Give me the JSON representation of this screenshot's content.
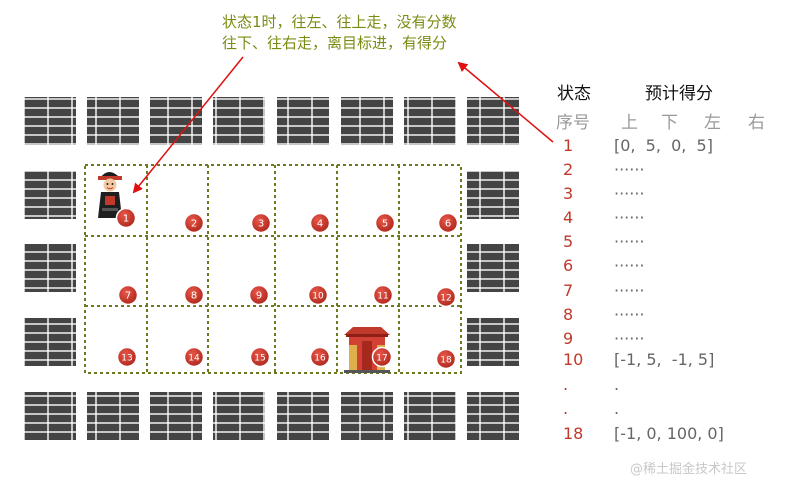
{
  "note": {
    "line1": "状态1时，往左、往上走，没有分数",
    "line2": "往下、往右走，离目标进，有得分"
  },
  "table": {
    "header_state": "状态",
    "header_score": "预计得分",
    "col_index": "序号",
    "col_up": "上",
    "col_down": "下",
    "col_left": "左",
    "col_right": "右",
    "rows": [
      {
        "index": "1",
        "value": "[0,  5,  0,  5]"
      },
      {
        "index": "2",
        "value": "······"
      },
      {
        "index": "3",
        "value": "······"
      },
      {
        "index": "4",
        "value": "······"
      },
      {
        "index": "5",
        "value": "······"
      },
      {
        "index": "6",
        "value": "······"
      },
      {
        "index": "7",
        "value": "······"
      },
      {
        "index": "8",
        "value": "······"
      },
      {
        "index": "9",
        "value": "······"
      },
      {
        "index": "10",
        "value": "[-1, 5,  -1, 5]"
      },
      {
        "index": ".",
        "value": "."
      },
      {
        "index": ".",
        "value": "."
      },
      {
        "index": "18",
        "value": "[-1, 0, 100, 0]"
      }
    ]
  },
  "grid": {
    "cells": [
      "1",
      "2",
      "3",
      "4",
      "5",
      "6",
      "7",
      "8",
      "9",
      "10",
      "11",
      "12",
      "13",
      "14",
      "15",
      "16",
      "17",
      "18"
    ]
  },
  "watermark": "@稀土掘金技术社区",
  "colors": {
    "note_text": "#7b8b12",
    "arrow": "#e01010",
    "grid_dash": "#6b7a1e",
    "badge": "#c0392b",
    "brick": "#444444"
  }
}
